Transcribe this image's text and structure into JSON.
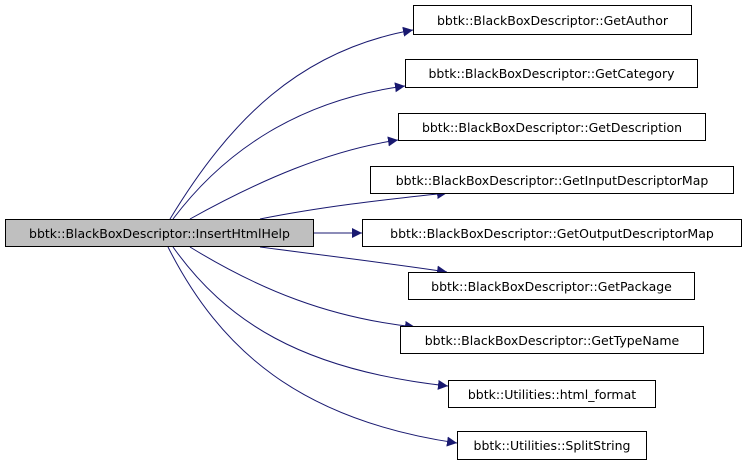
{
  "graph": {
    "root": {
      "label": "bbtk::BlackBoxDescriptor::InsertHtmlHelp"
    },
    "callees": [
      {
        "label": "bbtk::BlackBoxDescriptor::GetAuthor"
      },
      {
        "label": "bbtk::BlackBoxDescriptor::GetCategory"
      },
      {
        "label": "bbtk::BlackBoxDescriptor::GetDescription"
      },
      {
        "label": "bbtk::BlackBoxDescriptor::GetInputDescriptorMap"
      },
      {
        "label": "bbtk::BlackBoxDescriptor::GetOutputDescriptorMap"
      },
      {
        "label": "bbtk::BlackBoxDescriptor::GetPackage"
      },
      {
        "label": "bbtk::BlackBoxDescriptor::GetTypeName"
      },
      {
        "label": "bbtk::Utilities::html_format"
      },
      {
        "label": "bbtk::Utilities::SplitString"
      }
    ]
  },
  "colors": {
    "edge": "#191970",
    "root_fill": "#bfbfbf",
    "node_fill": "#ffffff",
    "node_border": "#000000"
  }
}
